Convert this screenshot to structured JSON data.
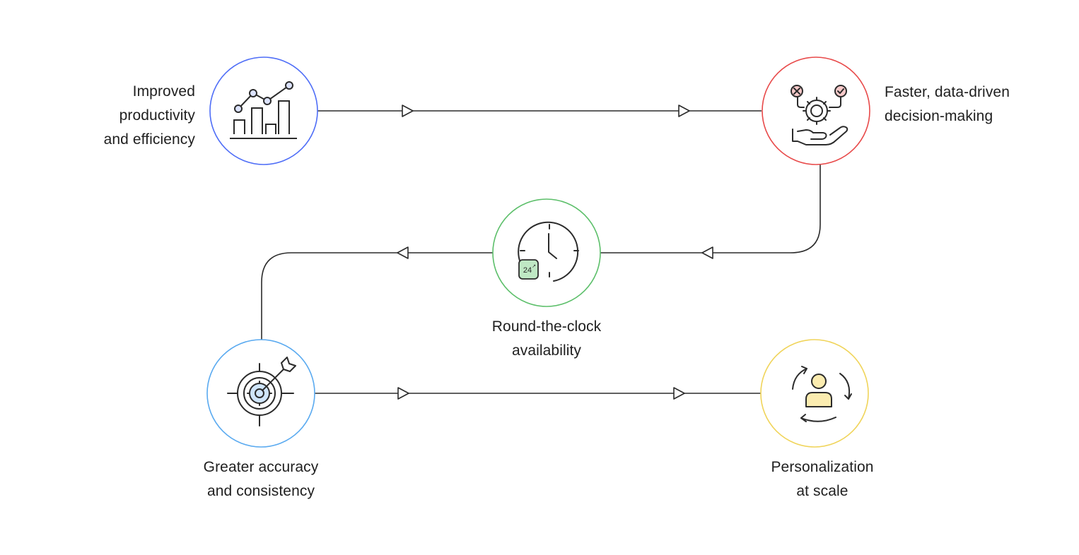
{
  "nodes": [
    {
      "id": "productivity",
      "lines": [
        "Improved",
        "productivity",
        "and efficiency"
      ],
      "ring_color": "#4f6ef7",
      "icon": "bar-chart-icon"
    },
    {
      "id": "decision",
      "lines": [
        "Faster, data-driven",
        "decision-making"
      ],
      "ring_color": "#e84a4a",
      "icon": "gear-hand-icon"
    },
    {
      "id": "availability",
      "lines": [
        "Round-the-clock",
        "availability"
      ],
      "ring_color": "#5cbf6a",
      "icon": "clock-icon",
      "badge_text": "24"
    },
    {
      "id": "accuracy",
      "lines": [
        "Greater accuracy",
        "and consistency"
      ],
      "ring_color": "#5aaaf0",
      "icon": "target-icon"
    },
    {
      "id": "personalization",
      "lines": [
        "Personalization",
        "at scale"
      ],
      "ring_color": "#f0d45a",
      "icon": "user-cycle-icon"
    }
  ],
  "colors": {
    "connector": "#2b2b2b",
    "icon_stroke": "#2b2b2b",
    "red_fill": "#f7c9c9",
    "green_fill": "#bfe8c4",
    "blue_fill": "#cfe5fb",
    "yellow_fill": "#fbecb0"
  }
}
